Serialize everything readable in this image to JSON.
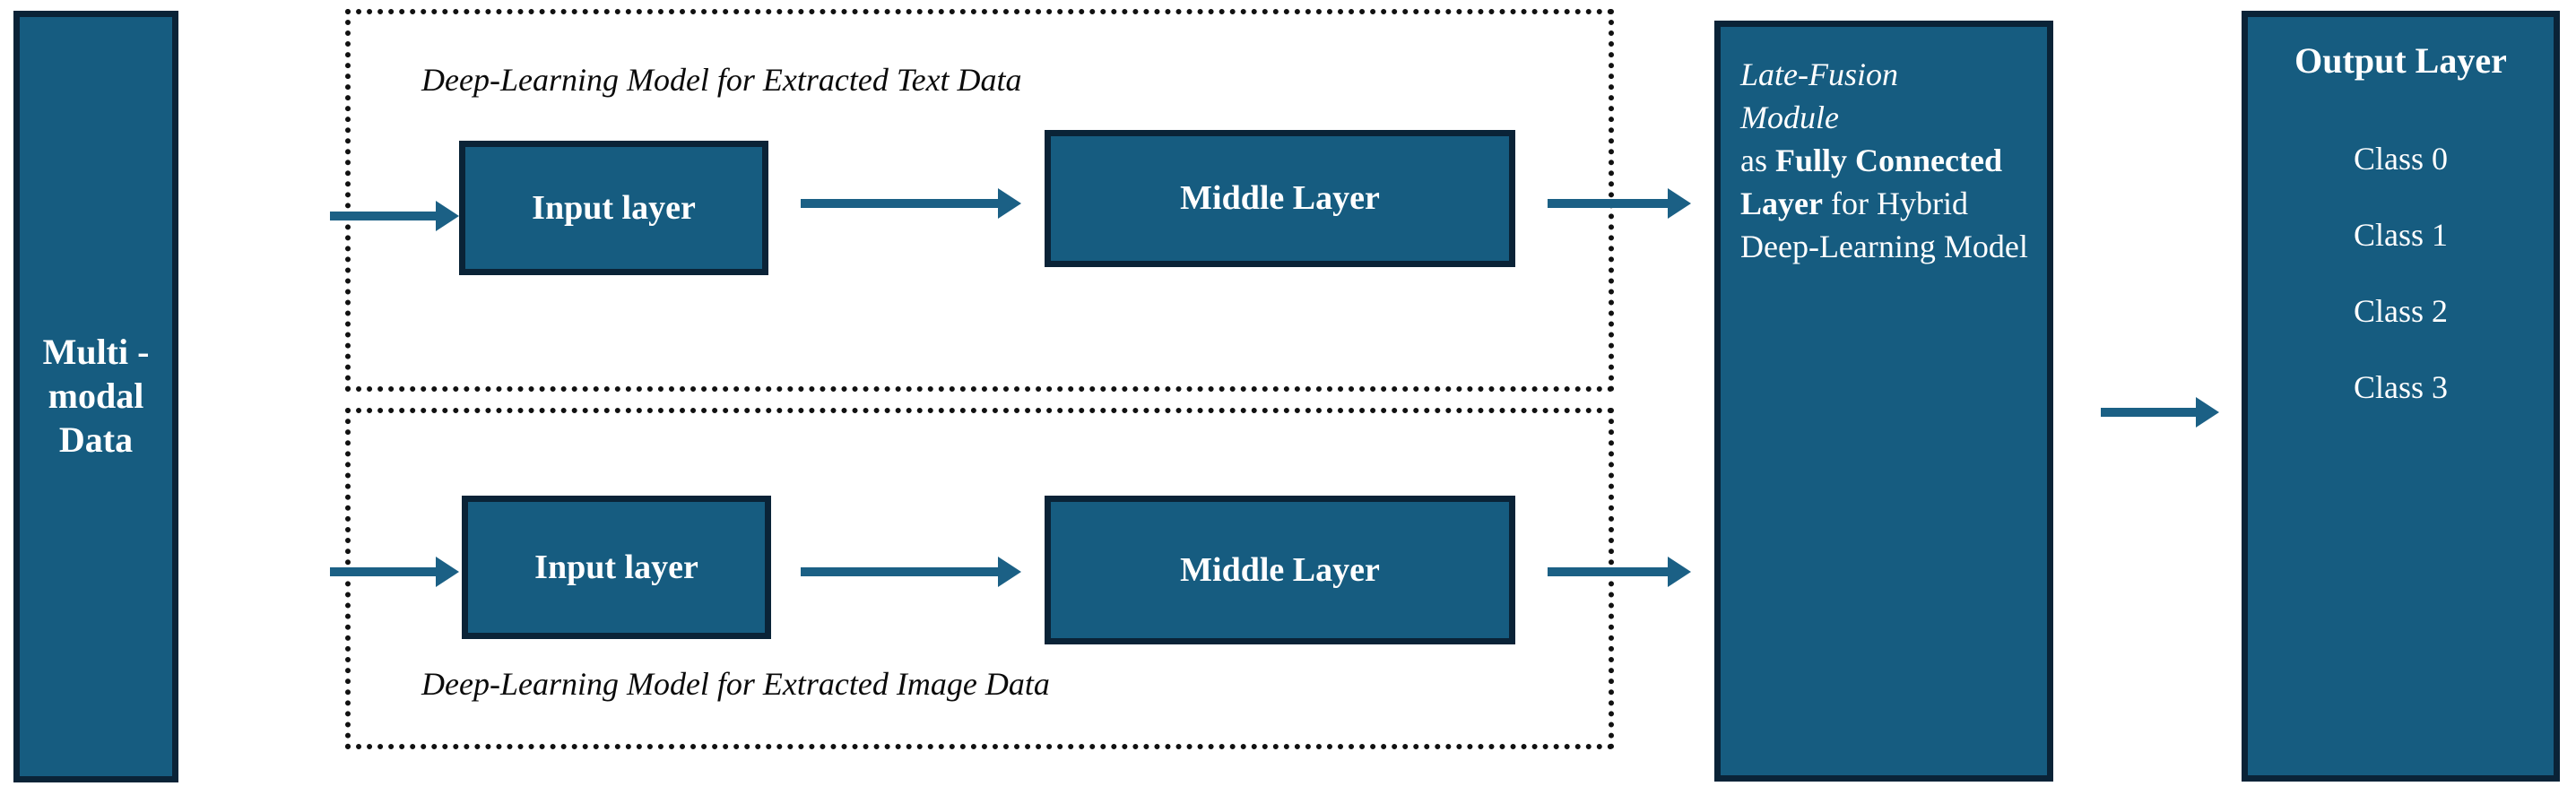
{
  "diagram": {
    "title": "Hybrid multimodal deep-learning architecture with late fusion",
    "colors": {
      "node_fill": "#165c80",
      "node_border": "#0a2337",
      "arrow": "#1b6085",
      "group_border": "#111111",
      "node_text": "#ffffff",
      "label_text": "#0b0b0b",
      "background": "#ffffff"
    }
  },
  "input": {
    "label": "Multi -\nmodal\nData"
  },
  "groups": [
    {
      "id": "text-branch",
      "label": "Deep-Learning Model for Extracted Text Data",
      "nodes": [
        {
          "id": "input-layer-text",
          "label": "Input layer"
        },
        {
          "id": "middle-layer-text",
          "label": "Middle Layer"
        }
      ]
    },
    {
      "id": "image-branch",
      "label": "Deep-Learning Model for Extracted Image Data",
      "nodes": [
        {
          "id": "input-layer-image",
          "label": "Input layer"
        },
        {
          "id": "middle-layer-image",
          "label": "Middle Layer"
        }
      ]
    }
  ],
  "fusion": {
    "title_italic_line1": "Late-Fusion",
    "title_italic_line2": "Module",
    "connector_as": "as ",
    "bold_part": "Fully Connected Layer",
    "connector_for": " for ",
    "tail": "Hybrid Deep-Learning Model",
    "full_text": "Late-Fusion Module as Fully Connected Layer for Hybrid Deep-Learning Model"
  },
  "output": {
    "title": "Output Layer",
    "classes": [
      {
        "label": "Class 0"
      },
      {
        "label": "Class 1"
      },
      {
        "label": "Class 2"
      },
      {
        "label": "Class 3"
      }
    ]
  },
  "arrows": [
    {
      "id": "multimodal-to-text-input",
      "from": "Multi-modal Data",
      "to": "Input layer (text)"
    },
    {
      "id": "multimodal-to-image-input",
      "from": "Multi-modal Data",
      "to": "Input layer (image)"
    },
    {
      "id": "text-input-to-text-middle",
      "from": "Input layer (text)",
      "to": "Middle Layer (text)"
    },
    {
      "id": "image-input-to-image-middle",
      "from": "Input layer (image)",
      "to": "Middle Layer (image)"
    },
    {
      "id": "text-middle-to-fusion",
      "from": "Middle Layer (text)",
      "to": "Late-Fusion Module"
    },
    {
      "id": "image-middle-to-fusion",
      "from": "Middle Layer (image)",
      "to": "Late-Fusion Module"
    },
    {
      "id": "fusion-to-output",
      "from": "Late-Fusion Module",
      "to": "Output Layer"
    }
  ]
}
